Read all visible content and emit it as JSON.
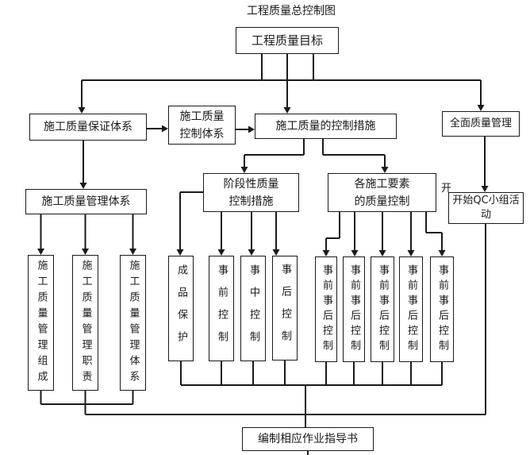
{
  "title": "工程质量总控制图",
  "nodes": {
    "goal": "工程质量目标",
    "assurance_system": "施工质量保证体系",
    "control_system": {
      "line1": "施工质量",
      "line2": "控制体系"
    },
    "control_measures": "施工质量的控制措施",
    "total_quality_mgmt": "全面质量管理",
    "mgmt_system": "施工质量管理体系",
    "stage_measures": {
      "line1": "阶段性质量",
      "line2": "控制措施"
    },
    "factor_control": {
      "line1": "各施工要素",
      "line2": "的质量控制"
    },
    "qc_group": {
      "line1": "开始QC小组活",
      "line2": "动",
      "overflow_char": "开"
    },
    "work_instruction": "编制相应作业指导书",
    "columns": [
      {
        "label": "施工质量管理组成"
      },
      {
        "label": "施工质量管理职责"
      },
      {
        "label": "施工质量管理体系"
      },
      {
        "label": "成品保护"
      },
      {
        "label": "事前控制"
      },
      {
        "label": "事中控制"
      },
      {
        "label": "事后控制"
      },
      {
        "label": "事前事后控制"
      },
      {
        "label": "事前事后控制"
      },
      {
        "label": "事前事后控制"
      },
      {
        "label": "事前事后控制"
      },
      {
        "label": "事前事后控制"
      }
    ]
  },
  "colors": {
    "line": "#1a1a1a",
    "background": "#ffffff"
  }
}
